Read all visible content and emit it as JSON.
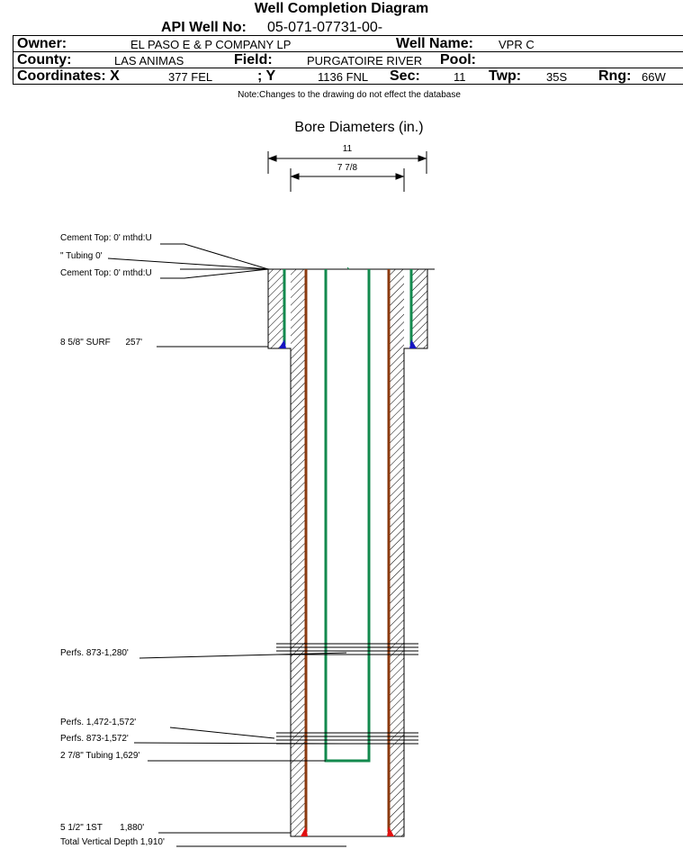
{
  "header": {
    "title": "Well Completion Diagram",
    "api_label": "API Well No:",
    "api_value": "05-071-07731-00-",
    "owner_label": "Owner:",
    "owner_value": "EL PASO E & P COMPANY LP",
    "well_name_label": "Well Name:",
    "well_name_value": "VPR C",
    "county_label": "County:",
    "county_value": "LAS ANIMAS",
    "field_label": "Field:",
    "field_value": "PURGATOIRE RIVER",
    "pool_label": "Pool:",
    "pool_value": "",
    "coord_x_label": "Coordinates: X",
    "coord_x_value": "377 FEL",
    "coord_y_label": "; Y",
    "coord_y_value": "1136 FNL",
    "sec_label": "Sec:",
    "sec_value": "11",
    "twp_label": "Twp:",
    "twp_value": "35S",
    "rng_label": "Rng:",
    "rng_value": "66W"
  },
  "note": "Note:Changes to the drawing do not effect the database",
  "bore": {
    "title": "Bore Diameters (in.)",
    "outer": "11",
    "inner": "7 7/8"
  },
  "annotations": {
    "cement_top_1": "Cement Top: 0' mthd:U",
    "tubing_top": "\" Tubing 0'",
    "cement_top_2": "Cement Top: 0' mthd:U",
    "surface_casing": "8 5/8\" SURF      257'",
    "perfs_upper": "Perfs. 873-1,280'",
    "perfs_mid_1": "Perfs. 1,472-1,572'",
    "perfs_mid_2": "Perfs. 873-1,572'",
    "tubing": "2 7/8\" Tubing 1,629'",
    "production_casing": "5 1/2\" 1ST       1,880'",
    "total_depth": "Total Vertical Depth 1,910'"
  },
  "colors": {
    "casing": "#8B3A0F",
    "tubing": "#138A4E",
    "cement_shoe": "#1515C0",
    "casing_shoe": "#E01010"
  }
}
